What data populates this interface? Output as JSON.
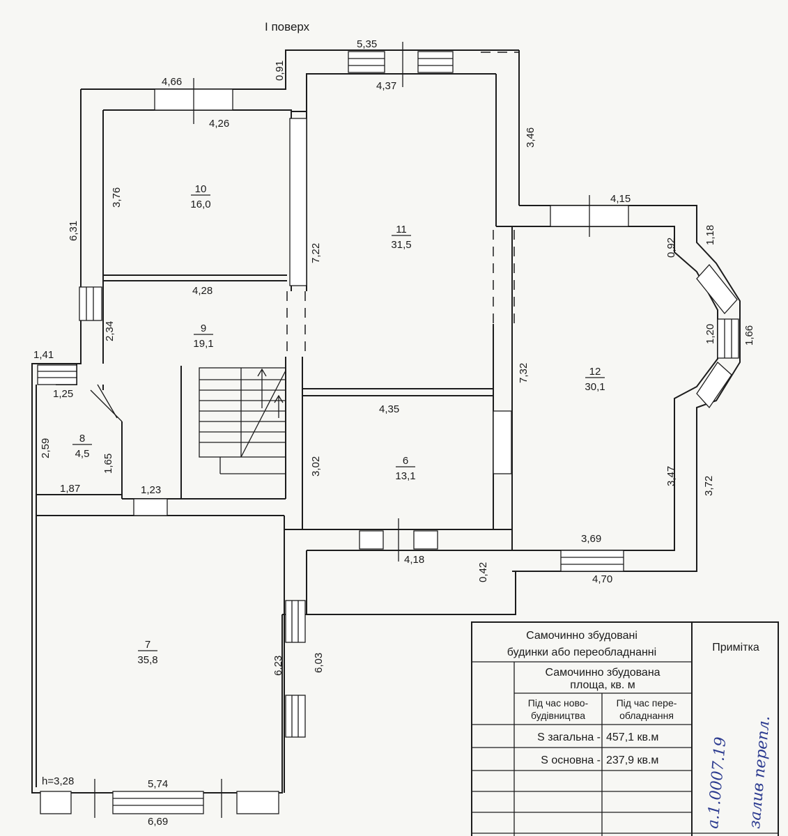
{
  "floor_title": "I поверх",
  "rooms": [
    {
      "number": "10",
      "area": "16,0"
    },
    {
      "number": "11",
      "area": "31,5"
    },
    {
      "number": "9",
      "area": "19,1"
    },
    {
      "number": "12",
      "area": "30,1"
    },
    {
      "number": "8",
      "area": "4,5"
    },
    {
      "number": "6",
      "area": "13,1"
    },
    {
      "number": "7",
      "area": "35,8"
    }
  ],
  "dimensions": [
    "5,35",
    "0,91",
    "4,66",
    "4,37",
    "4,26",
    "3,46",
    "4,15",
    "6,31",
    "3,76",
    "1,18",
    "0,92",
    "7,22",
    "4,28",
    "1,20",
    "1,66",
    "2,34",
    "1,41",
    "7,32",
    "1,25",
    "4,35",
    "2,59",
    "1,65",
    "3,02",
    "3,47",
    "3,72",
    "1,87",
    "1,23",
    "3,69",
    "4,18",
    "0,42",
    "4,70",
    "6,23",
    "6,03",
    "h=3,28",
    "5,74",
    "6,69"
  ],
  "table": {
    "header_main": [
      "Самочинно збудовані",
      "будинки або переобладнанні"
    ],
    "header_note": "Примітка",
    "sub_header": [
      "Самочинно збудована",
      "площа, кв. м"
    ],
    "col_new": [
      "Під час ново-",
      "будівництва"
    ],
    "col_rebuild": [
      "Під час пере-",
      "обладнання"
    ],
    "rows": [
      {
        "label": "S загальна -",
        "value": "457,1 кв.м"
      },
      {
        "label": "S основна -",
        "value": "237,9 кв.м"
      }
    ]
  },
  "handwritten": [
    "а.1.0007.19",
    "залив перепл."
  ]
}
